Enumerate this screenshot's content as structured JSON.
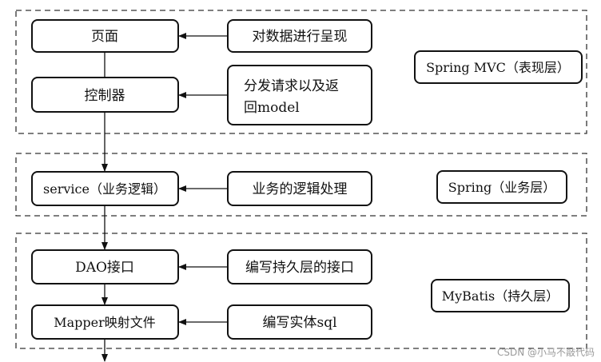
{
  "layers": {
    "mvc": {
      "label": "Spring MVC（表现层）"
    },
    "spring": {
      "label": "Spring（业务层）"
    },
    "mybatis": {
      "label": "MyBatis（持久层）"
    }
  },
  "components": {
    "page": "页面",
    "controller": "控制器",
    "service": "service（业务逻辑）",
    "dao": "DAO接口",
    "mapper": "Mapper映射文件"
  },
  "notes": {
    "page": "对数据进行呈现",
    "controller_line1": "分发请求以及返",
    "controller_line2": "回model",
    "service": "业务的逻辑处理",
    "dao": "编写持久层的接口",
    "mapper": "编写实体sql"
  },
  "watermark": "CSDN @小马不敲代码"
}
